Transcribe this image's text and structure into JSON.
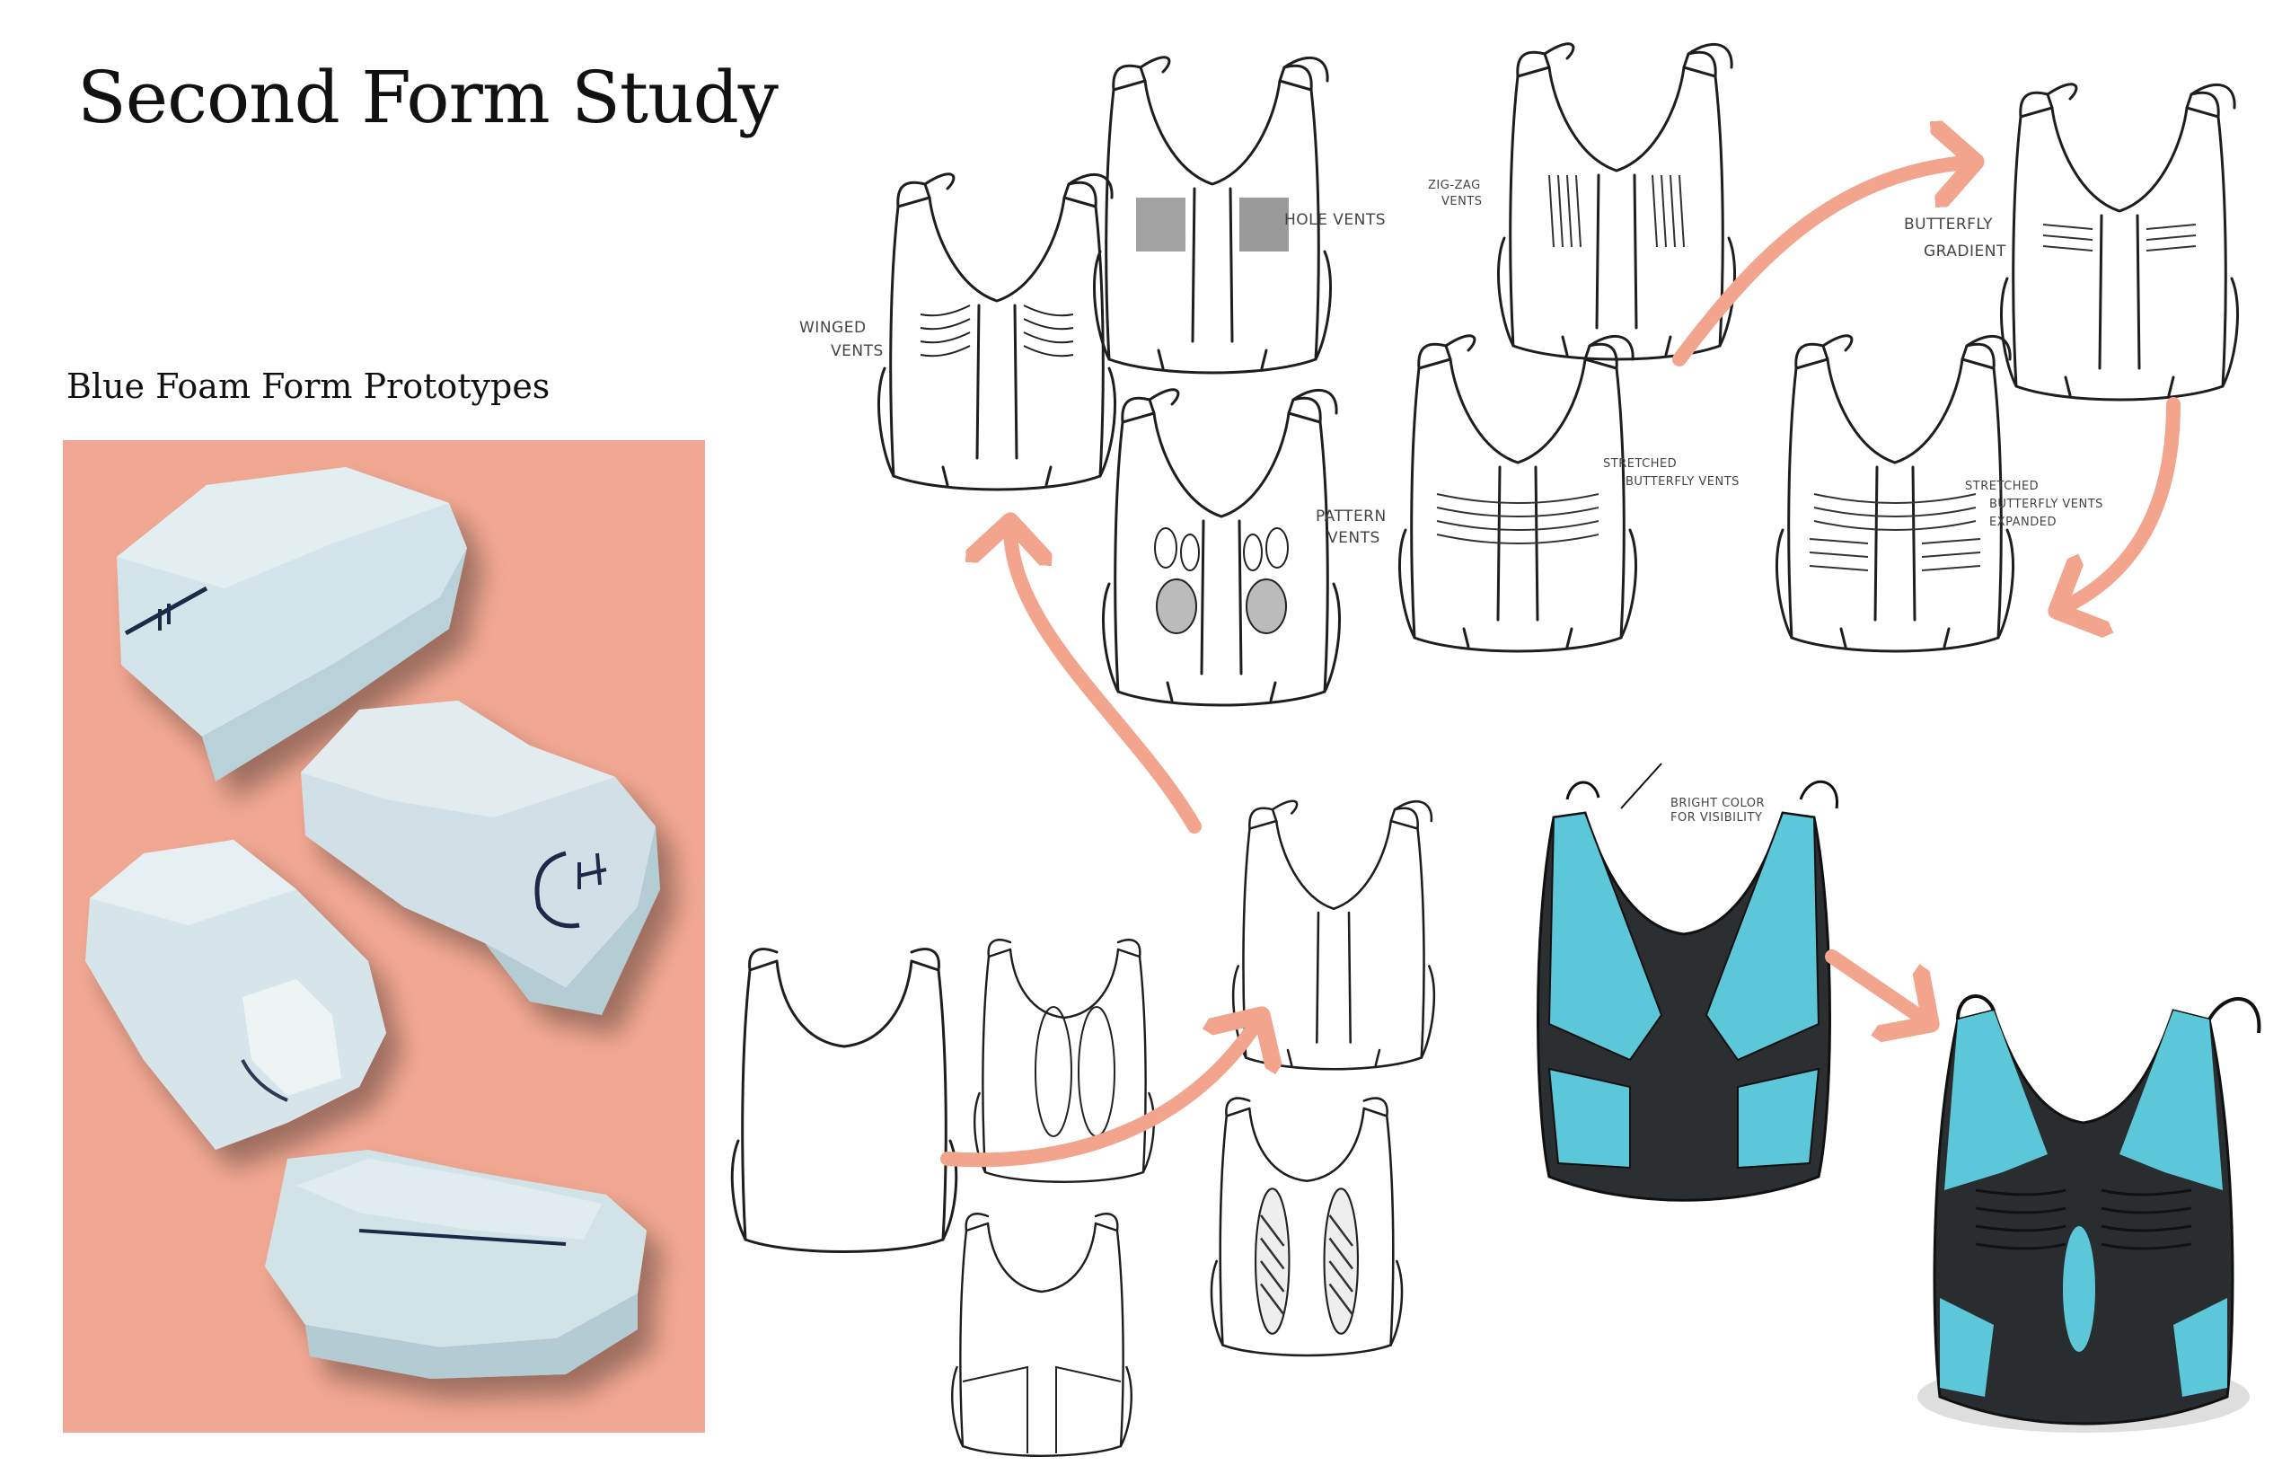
{
  "title": "Second Form Study",
  "caption": "Blue Foam Form Prototypes",
  "colors": {
    "panel": "#f1a892",
    "arrow": "#f2a48c",
    "foam": "#cfe3ea",
    "vest_dark": "#2c2f31",
    "vest_cyan": "#5cc7d8"
  },
  "annotations": {
    "winged": [
      "WINGED",
      "VENTS"
    ],
    "hole": [
      "HOLE VENTS"
    ],
    "pattern": [
      "PATTERN",
      "VENTS"
    ],
    "zigzag": [
      "ZIG-ZAG",
      "VENTS"
    ],
    "stretched": [
      "STRETCHED",
      "BUTTERFLY VENTS"
    ],
    "butterfly_gradient": [
      "BUTTERFLY",
      "GRADIENT"
    ],
    "stretched_expanded": [
      "STRETCHED",
      "BUTTERFLY VENTS",
      "EXPANDED"
    ],
    "bright_color": [
      "BRIGHT COLOR",
      "FOR VISIBILITY"
    ]
  },
  "icons": {
    "foam_blocks": "foam-block-icon",
    "vest_sketch": "vest-sketch-icon",
    "arrow": "arrow-icon"
  }
}
